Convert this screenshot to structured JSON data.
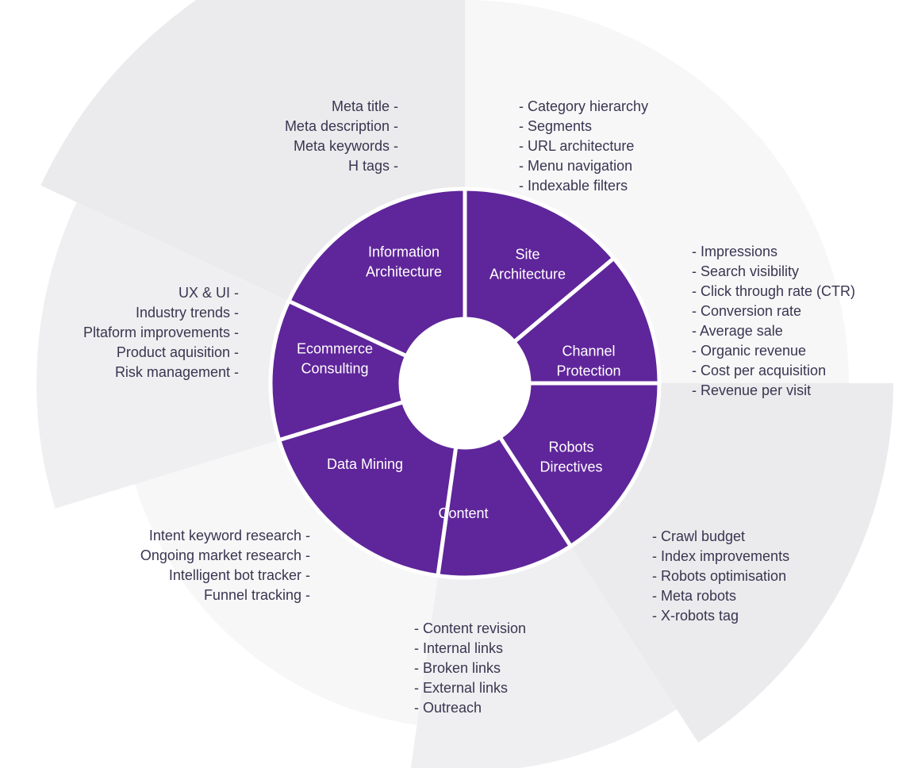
{
  "colors": {
    "segment": "#5f259a",
    "divider": "#ffffff",
    "outer_light": "#f7f7f8",
    "outer_mid": "#efeff1",
    "outer_dark": "#ebebed",
    "text": "#3a3550"
  },
  "segments": [
    {
      "label": [
        "Information",
        "Architecture"
      ],
      "items": [
        "Meta title",
        "Meta description",
        "Meta keywords",
        "H tags"
      ]
    },
    {
      "label": [
        "Site",
        "Architecture"
      ],
      "items": [
        "Category hierarchy",
        "Segments",
        "URL architecture",
        "Menu navigation",
        "Indexable filters"
      ]
    },
    {
      "label": [
        "Channel",
        "Protection"
      ],
      "items": [
        "Impressions",
        "Search visibility",
        "Click through rate (CTR)",
        "Conversion rate",
        "Average sale",
        "Organic revenue",
        "Cost per acquisition",
        "Revenue per visit"
      ]
    },
    {
      "label": [
        "Robots",
        "Directives"
      ],
      "items": [
        "Crawl budget",
        "Index improvements",
        "Robots optimisation",
        "Meta robots",
        "X-robots tag"
      ]
    },
    {
      "label": [
        "Content"
      ],
      "items": [
        "Content revision",
        "Internal links",
        "Broken links",
        "External links",
        "Outreach"
      ]
    },
    {
      "label": [
        "Data Mining"
      ],
      "items": [
        "Intent keyword research",
        "Ongoing market research",
        "Intelligent bot tracker",
        "Funnel tracking"
      ]
    },
    {
      "label": [
        "Ecommerce",
        "Consulting"
      ],
      "items": [
        "UX & UI",
        "Industry trends",
        "Pltaform improvements",
        "Product aquisition",
        "Risk management"
      ]
    }
  ]
}
